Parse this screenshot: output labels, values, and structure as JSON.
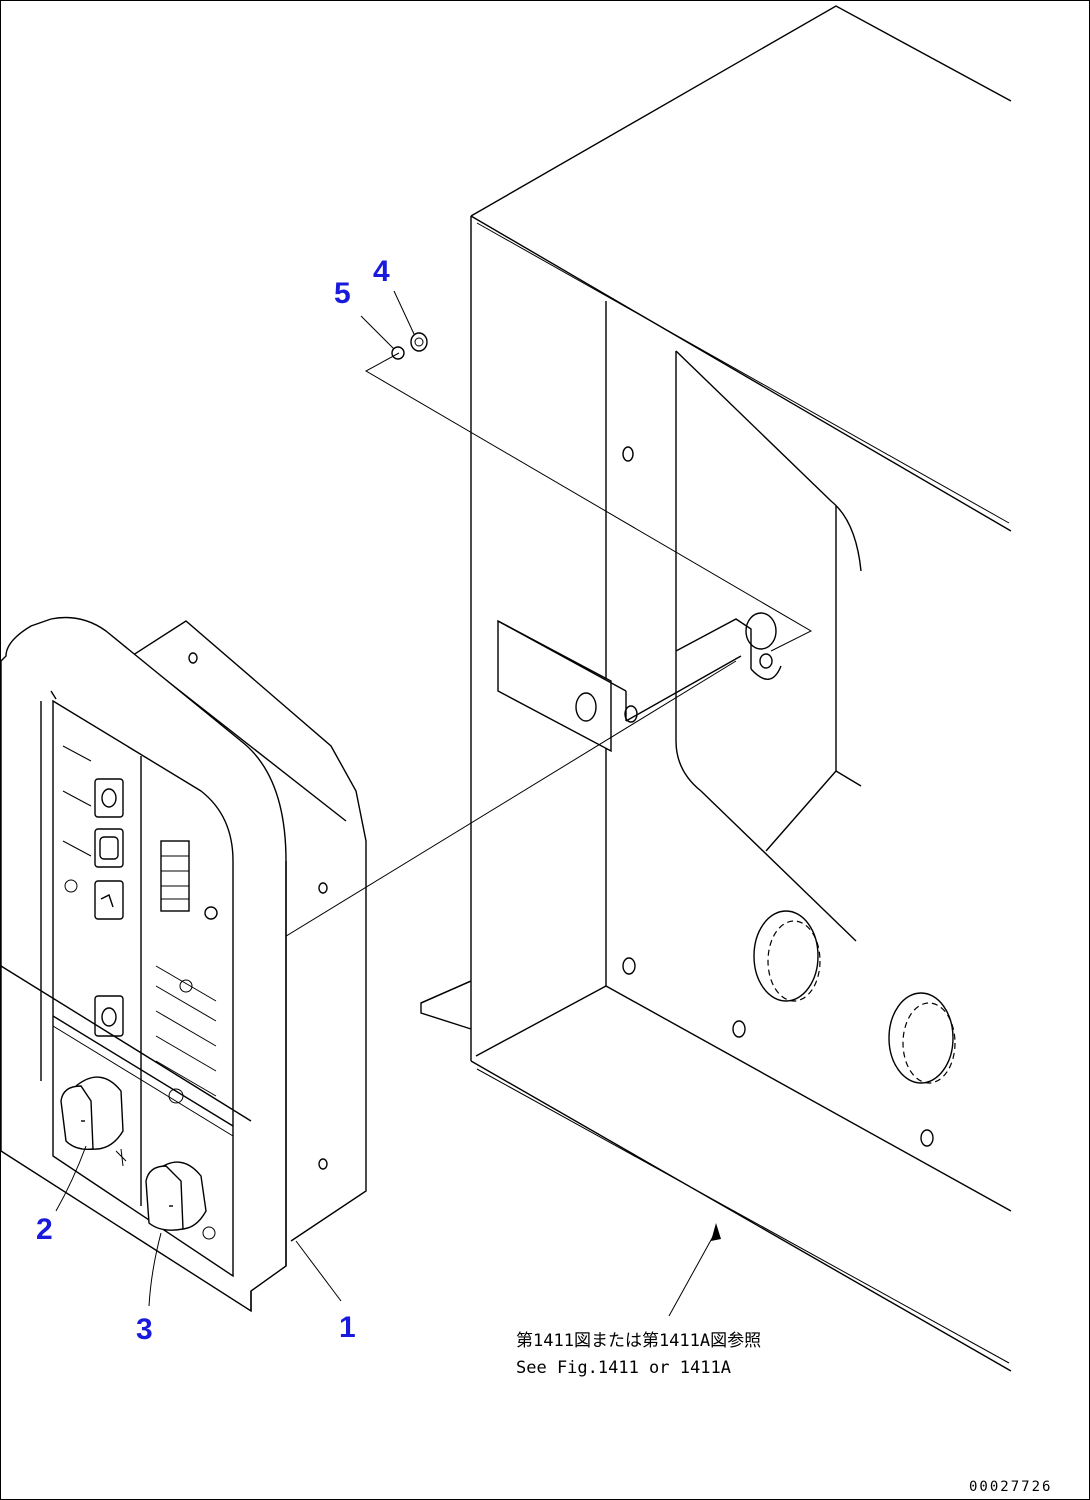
{
  "callouts": [
    {
      "id": "1",
      "label": "1"
    },
    {
      "id": "2",
      "label": "2"
    },
    {
      "id": "3",
      "label": "3"
    },
    {
      "id": "4",
      "label": "4"
    },
    {
      "id": "5",
      "label": "5"
    }
  ],
  "reference_note": {
    "japanese": "第1411図または第1411A図参照",
    "english": "See Fig.1411 or 1411A"
  },
  "drawing_code": "00027726",
  "colors": {
    "callout": "#1a1adc",
    "line": "#000000"
  }
}
